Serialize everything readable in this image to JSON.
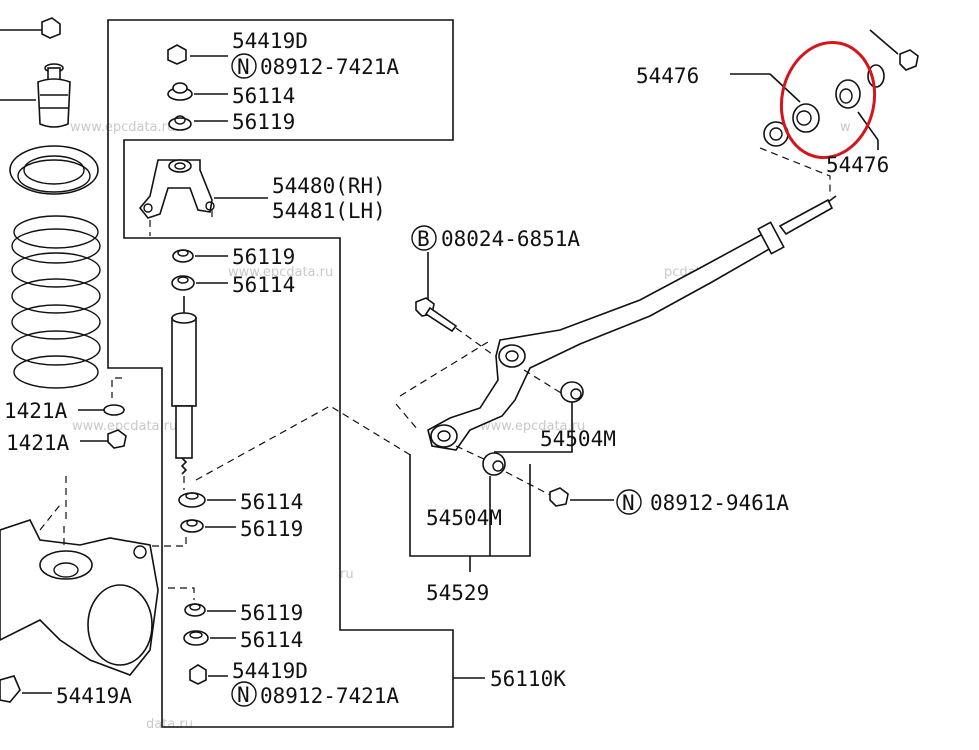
{
  "labels": {
    "nut_top": "54419D",
    "nut_top_std": "08912-7421A",
    "ins_top_1": "56114",
    "ins_top_2": "56119",
    "bracket_rh": "54480(RH)",
    "bracket_lh": "54481(LH)",
    "ins_mid_1": "56119",
    "ins_mid_2": "56114",
    "ins_low_1": "56114",
    "ins_low_2": "56119",
    "ins_bot_1": "56119",
    "ins_bot_2": "56114",
    "nut_bot": "54419D",
    "nut_bot_std": "08912-7421A",
    "kit": "56110K",
    "left_1": "1421A",
    "left_2": "1421A",
    "left_3": "54419A",
    "bolt": "08024-6851A",
    "bush_upper": "54476",
    "bush_upper_2": "54476",
    "bush_a": "54504M",
    "bush_b": "54504M",
    "nut_arm": "08912-9461A",
    "arm": "54529"
  },
  "markers": {
    "n": "N",
    "b": "B"
  },
  "watermarks": [
    "www.epcdata.ru",
    "www.epcdata.ru",
    "www.epcdata.ru",
    "www.epcdata.ru",
    "pcdata.ru",
    "w",
    "ru",
    "data.ru"
  ],
  "colors": {
    "highlight": "#d6141c",
    "line": "#111111",
    "watermark": "#c9c9c9"
  }
}
